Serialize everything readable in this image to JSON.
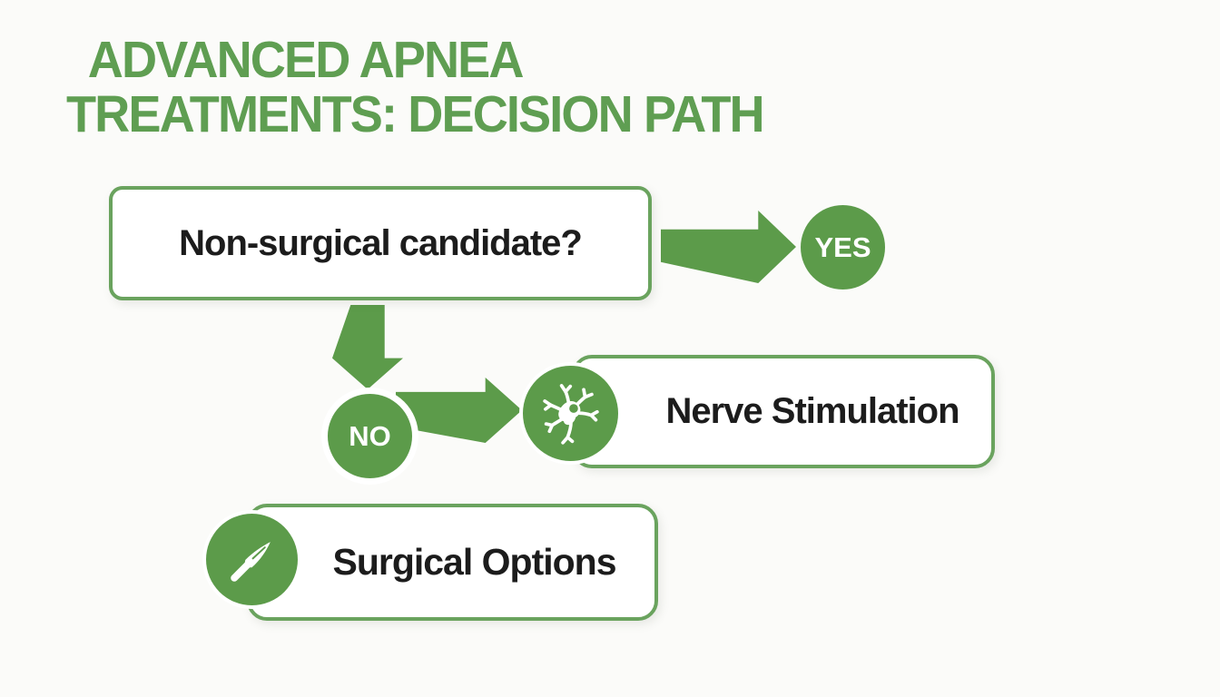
{
  "title": {
    "line1": "ADVANCED APNEA",
    "line2": "TREATMENTS: DECISION PATH"
  },
  "flow": {
    "decision": {
      "label": "Non-surgical candidate?"
    },
    "yes": {
      "label": "YES"
    },
    "no": {
      "label": "NO"
    },
    "nerve": {
      "label": "Nerve Stimulation",
      "icon": "neuron-icon"
    },
    "surgical": {
      "label": "Surgical Options",
      "icon": "scalpel-icon"
    }
  },
  "colors": {
    "green": "#5c9b4a",
    "title_green": "#5f9e52",
    "border_green": "#6aa35e",
    "text": "#1c1c1c",
    "background": "#fbfbf9",
    "white": "#ffffff"
  }
}
